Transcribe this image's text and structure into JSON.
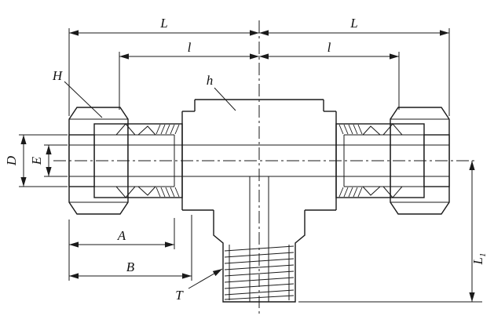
{
  "diagram": {
    "type": "technical-drawing",
    "subject": "Union tee tube fitting - dimensional outline drawing",
    "colors": {
      "background": "#ffffff",
      "line": "#1a1a1a",
      "nut_fill": "#cccccc"
    },
    "labels": {
      "length_left": "L",
      "length_right": "L",
      "inner_length_left": "l",
      "inner_length_right": "l",
      "nut_flats": "H",
      "body_flats": "h",
      "tube_od": "D",
      "bore": "E",
      "dim_a": "A",
      "dim_b": "B",
      "thread": "T",
      "branch_length_main": "L",
      "branch_length_sub": "1"
    }
  }
}
